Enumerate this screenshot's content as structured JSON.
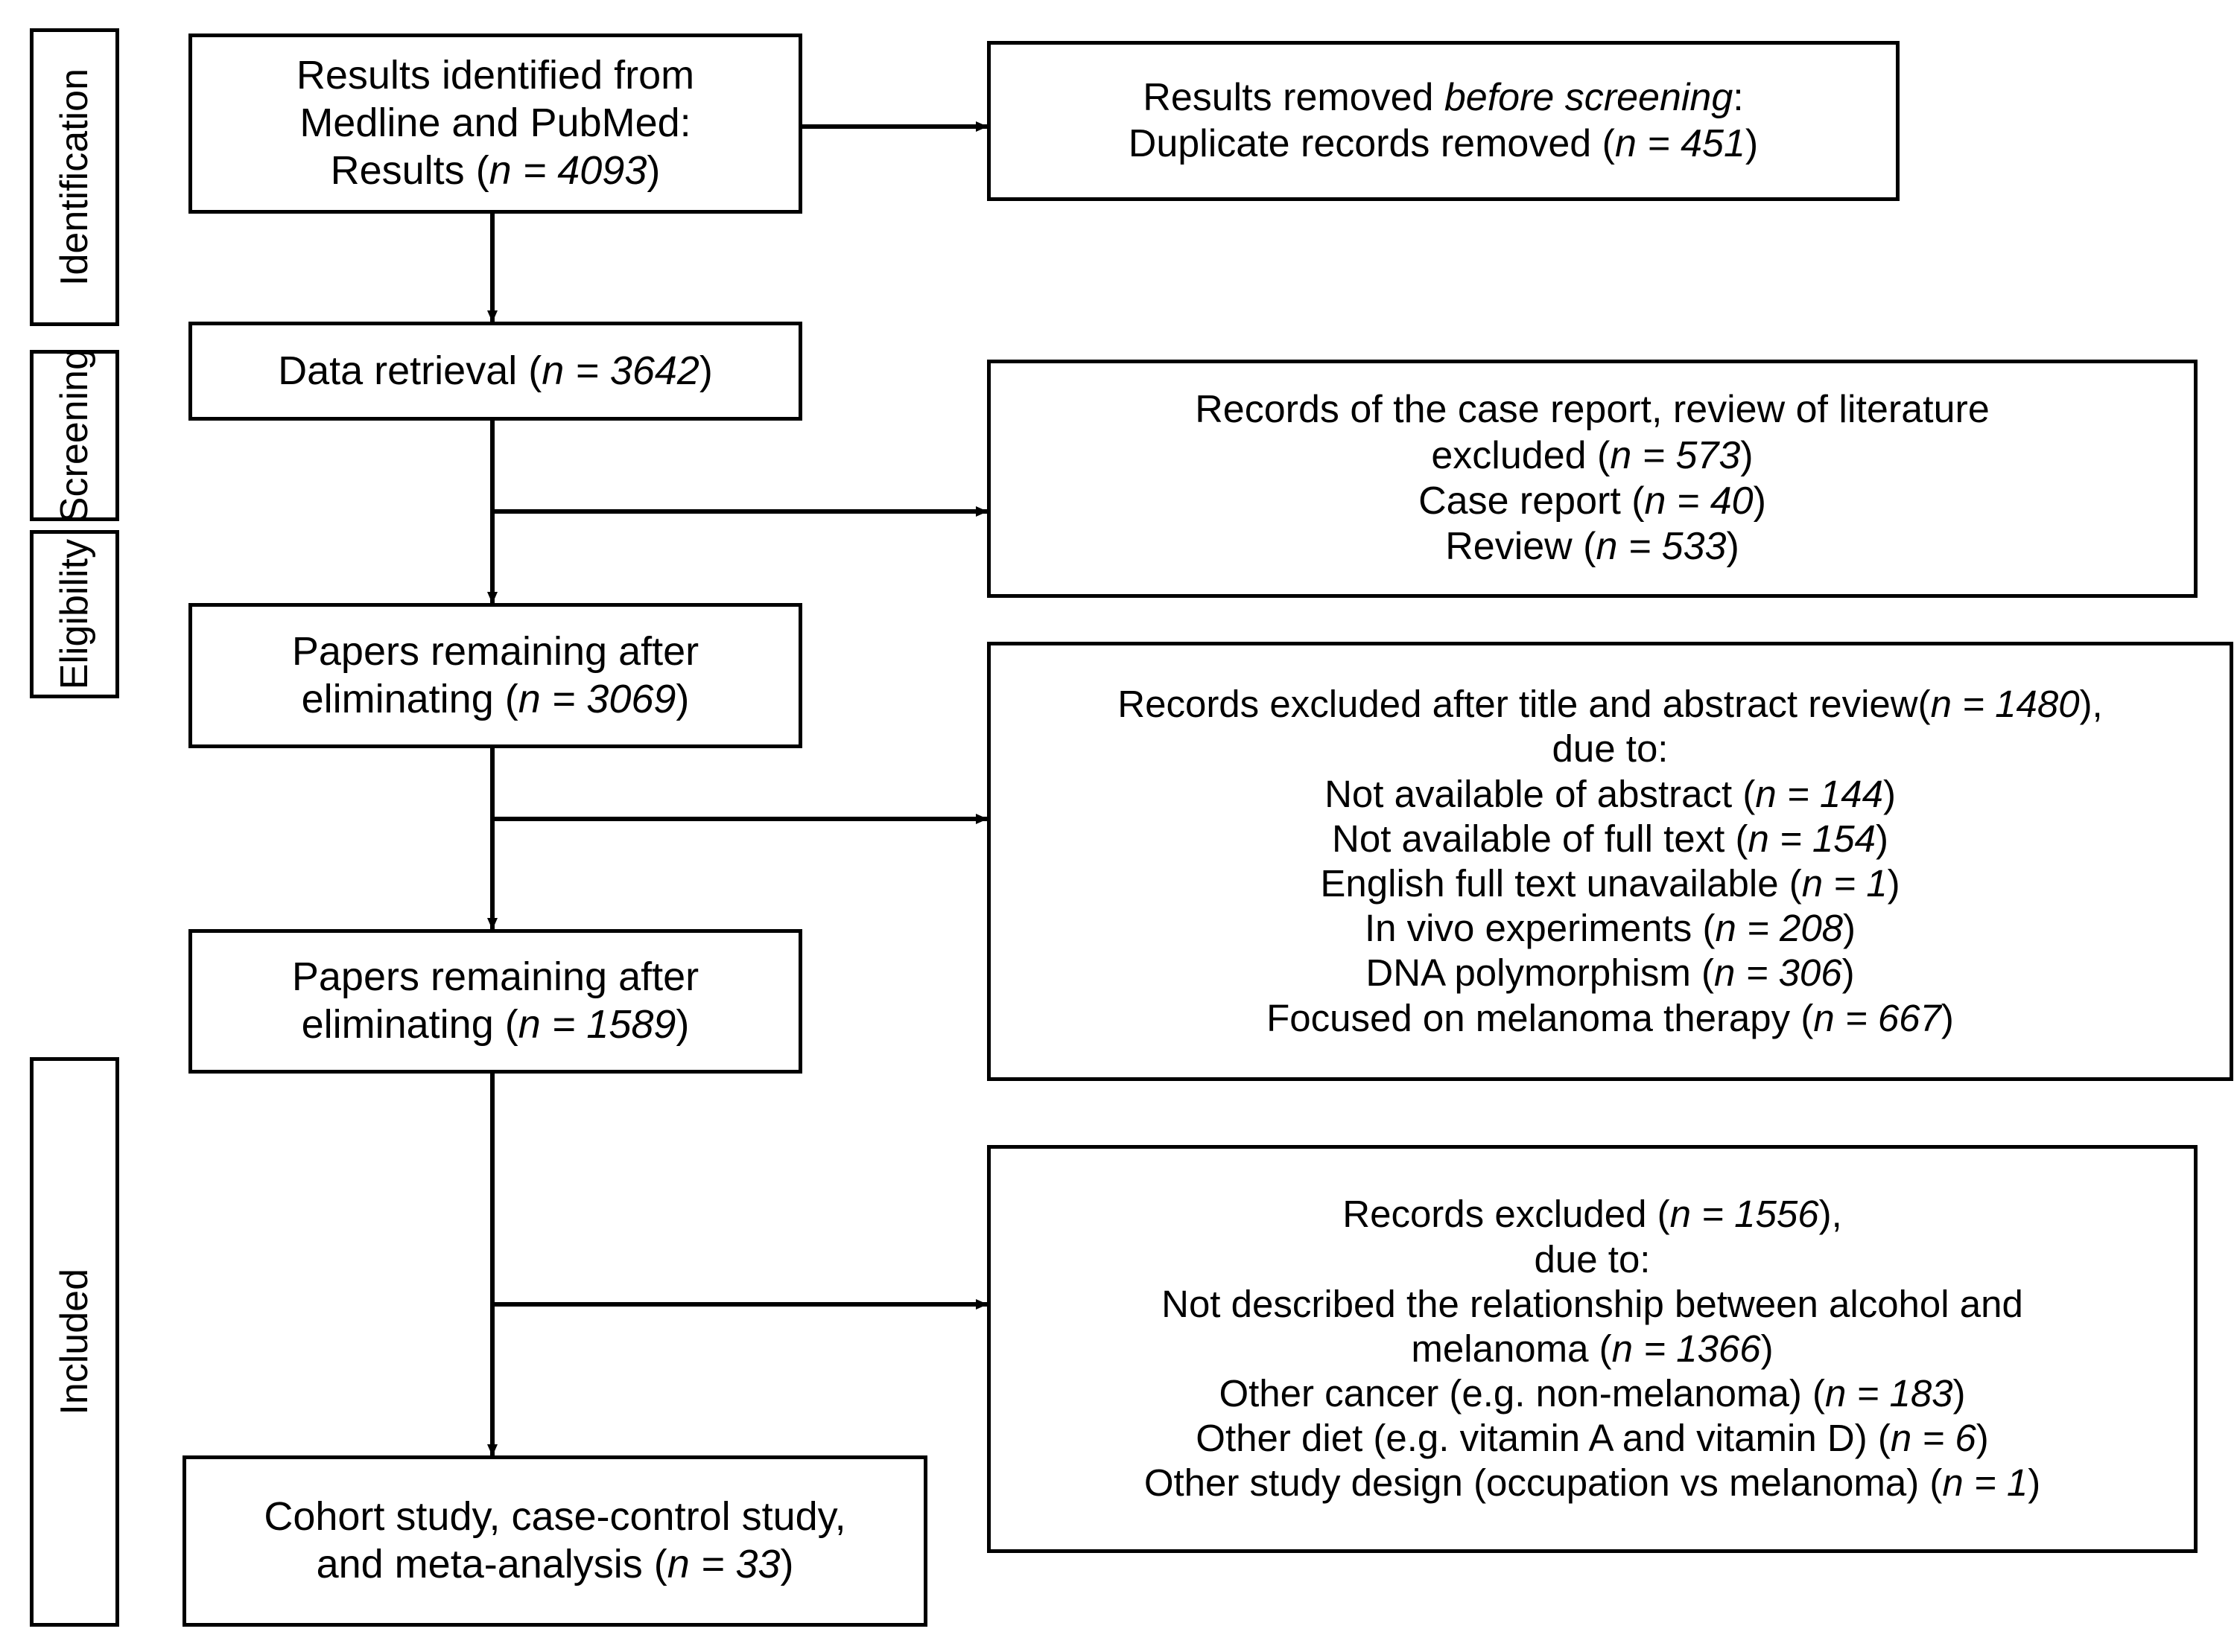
{
  "diagram": {
    "type": "prisma-flow-diagram",
    "title": "PRISMA study selection flow diagram",
    "line_color": "#000000",
    "box_fill": "#ffffff",
    "text_color": "#000000"
  },
  "stages": [
    {
      "id": "identification",
      "label": "Identification"
    },
    {
      "id": "screening",
      "label": "Screening"
    },
    {
      "id": "eligibility",
      "label": "Eligibility"
    },
    {
      "id": "included",
      "label": "Included"
    }
  ],
  "flow_boxes": [
    {
      "id": "records-identified",
      "column": "left",
      "text": "Results identified from\nMedline and PubMed:\nResults (n = 4093)",
      "n": 4093
    },
    {
      "id": "data-retrieval",
      "column": "left",
      "text": "Data retrieval (n = 3642)",
      "n": 3642
    },
    {
      "id": "papers-remaining-3069",
      "column": "left",
      "text": "Papers remaining after\neliminating (n = 3069)",
      "n": 3069
    },
    {
      "id": "papers-remaining-1589",
      "column": "left",
      "text": "Papers remaining after\neliminating (n = 1589)",
      "n": 1589
    },
    {
      "id": "included-studies",
      "column": "left",
      "text": "Cohort study, case-control study,\nand meta-analysis  (n = 33)",
      "n": 33
    }
  ],
  "exclusion_boxes": [
    {
      "id": "duplicates-removed",
      "column": "right",
      "text": "Results removed before screening:\nDuplicate records removed  (n = 451)",
      "heading": "Results removed before screening:",
      "items": [
        {
          "label": "Duplicate records removed",
          "n": 451
        }
      ]
    },
    {
      "id": "case-report-review-excluded",
      "column": "right",
      "text": "Records of the case report, review of literature\nexcluded (n = 573)\nCase report (n = 40)\nReview (n = 533)",
      "heading": "Records of the case report, review of literature excluded (n = 573)",
      "total": 573,
      "items": [
        {
          "label": "Case report",
          "n": 40
        },
        {
          "label": "Review",
          "n": 533
        }
      ]
    },
    {
      "id": "title-abstract-excluded",
      "column": "right",
      "text": "Records excluded after title and abstract review(n = 1480),\ndue to:\nNot available of abstract (n = 144)\nNot available of full text (n = 154)\nEnglish full text unavailable  (n = 1)\nIn vivo experiments (n = 208)\nDNA polymorphism  (n = 306)\nFocused on melanoma therapy (n = 667)",
      "heading": "Records excluded after title and abstract review(n = 1480), due to:",
      "total": 1480,
      "items": [
        {
          "label": "Not available of abstract",
          "n": 144
        },
        {
          "label": "Not available of full text",
          "n": 154
        },
        {
          "label": "English full text unavailable",
          "n": 1
        },
        {
          "label": "In vivo experiments",
          "n": 208
        },
        {
          "label": "DNA polymorphism",
          "n": 306
        },
        {
          "label": "Focused on melanoma therapy",
          "n": 667
        }
      ]
    },
    {
      "id": "fulltext-excluded",
      "column": "right",
      "text": "Records excluded (n = 1556),\ndue to:\nNot described the relationship between alcohol and\nmelanoma (n = 1366)\nOther cancer (e.g. non-melanoma) (n = 183)\nOther diet (e.g. vitamin A and vitamin D) (n = 6)\nOther study design (occupation vs melanoma) (n = 1)",
      "heading": "Records excluded (n = 1556), due to:",
      "total": 1556,
      "items": [
        {
          "label": "Not described the relationship between alcohol and melanoma",
          "n": 1366
        },
        {
          "label": "Other cancer (e.g. non-melanoma)",
          "n": 183
        },
        {
          "label": "Other diet (e.g. vitamin A and vitamin D)",
          "n": 6
        },
        {
          "label": "Other study design (occupation vs melanoma)",
          "n": 1
        }
      ]
    }
  ],
  "connectors": [
    {
      "id": "arrow-identified-to-duplicates",
      "kind": "horizontal-arrow",
      "from": "records-identified",
      "to": "duplicates-removed"
    },
    {
      "id": "arrow-identified-to-retrieval",
      "kind": "vertical-arrow",
      "from": "records-identified",
      "to": "data-retrieval"
    },
    {
      "id": "arrow-retrieval-to-papers3069",
      "kind": "vertical-arrow-with-branch",
      "from": "data-retrieval",
      "to": "papers-remaining-3069"
    },
    {
      "id": "arrow-retrieval-to-casereport",
      "kind": "branch-arrow",
      "from": "data-retrieval",
      "to": "case-report-review-excluded"
    },
    {
      "id": "arrow-papers3069-to-papers1589",
      "kind": "vertical-arrow-with-branch",
      "from": "papers-remaining-3069",
      "to": "papers-remaining-1589"
    },
    {
      "id": "arrow-papers3069-to-titleabstract",
      "kind": "branch-arrow",
      "from": "papers-remaining-3069",
      "to": "title-abstract-excluded"
    },
    {
      "id": "arrow-papers1589-to-included",
      "kind": "vertical-arrow-with-branch",
      "from": "papers-remaining-1589",
      "to": "included-studies"
    },
    {
      "id": "arrow-papers1589-to-fulltext",
      "kind": "branch-arrow",
      "from": "papers-remaining-1589",
      "to": "fulltext-excluded"
    }
  ]
}
